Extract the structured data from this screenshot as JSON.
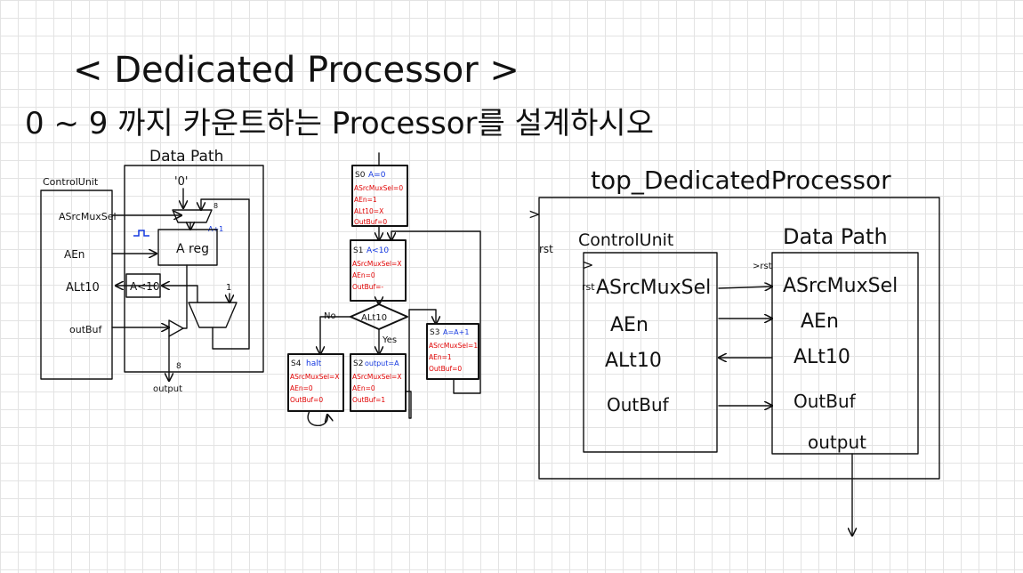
{
  "title": "< Dedicated Processor >",
  "subtitle": "0 ~ 9 까지 카운트하는 Processor를 설계하시오",
  "left_diagram": {
    "datapath_label": "Data Path",
    "control_label": "ControlUnit",
    "signals": [
      "ASrcMuxSel",
      "AEn",
      "ALt10",
      "outBuf"
    ],
    "const_zero": "'0'",
    "areg_label": "A reg",
    "comparator_label": "A<10",
    "output_label": "output",
    "bus_width": "8",
    "const_one": "1",
    "adder_hint": "A+1"
  },
  "fsm": {
    "states": [
      {
        "id": "S0",
        "action": "A=0",
        "outputs": [
          "ASrcMuxSel=0",
          "AEn=1",
          "ALt10=X",
          "OutBuf=0"
        ]
      },
      {
        "id": "S1",
        "action": "A<10",
        "outputs": [
          "ASrcMuxSel=X",
          "AEn=0",
          "OutBuf=-"
        ]
      },
      {
        "id": "S4",
        "action": "halt",
        "outputs": [
          "ASrcMuxSel=X",
          "AEn=0",
          "OutBuf=0"
        ]
      },
      {
        "id": "S2",
        "action": "output=A",
        "outputs": [
          "ASrcMuxSel=X",
          "AEn=0",
          "OutBuf=1"
        ]
      },
      {
        "id": "S3",
        "action": "A=A+1",
        "outputs": [
          "ASrcMuxSel=1",
          "AEn=1",
          "OutBuf=0"
        ]
      }
    ],
    "decision": "ALt10",
    "no_label": "No",
    "yes_label": "Yes"
  },
  "top_diagram": {
    "title": "top_DedicatedProcessor",
    "clk_label": ">",
    "rst_label": "rst",
    "control_unit": {
      "title": "ControlUnit",
      "clk": ">",
      "rst": "rst"
    },
    "datapath": {
      "title": "Data Path",
      "clk": ">rst"
    },
    "signals": [
      "ASrcMuxSel",
      "AEn",
      "ALt10",
      "OutBuf"
    ],
    "output_label": "output"
  }
}
